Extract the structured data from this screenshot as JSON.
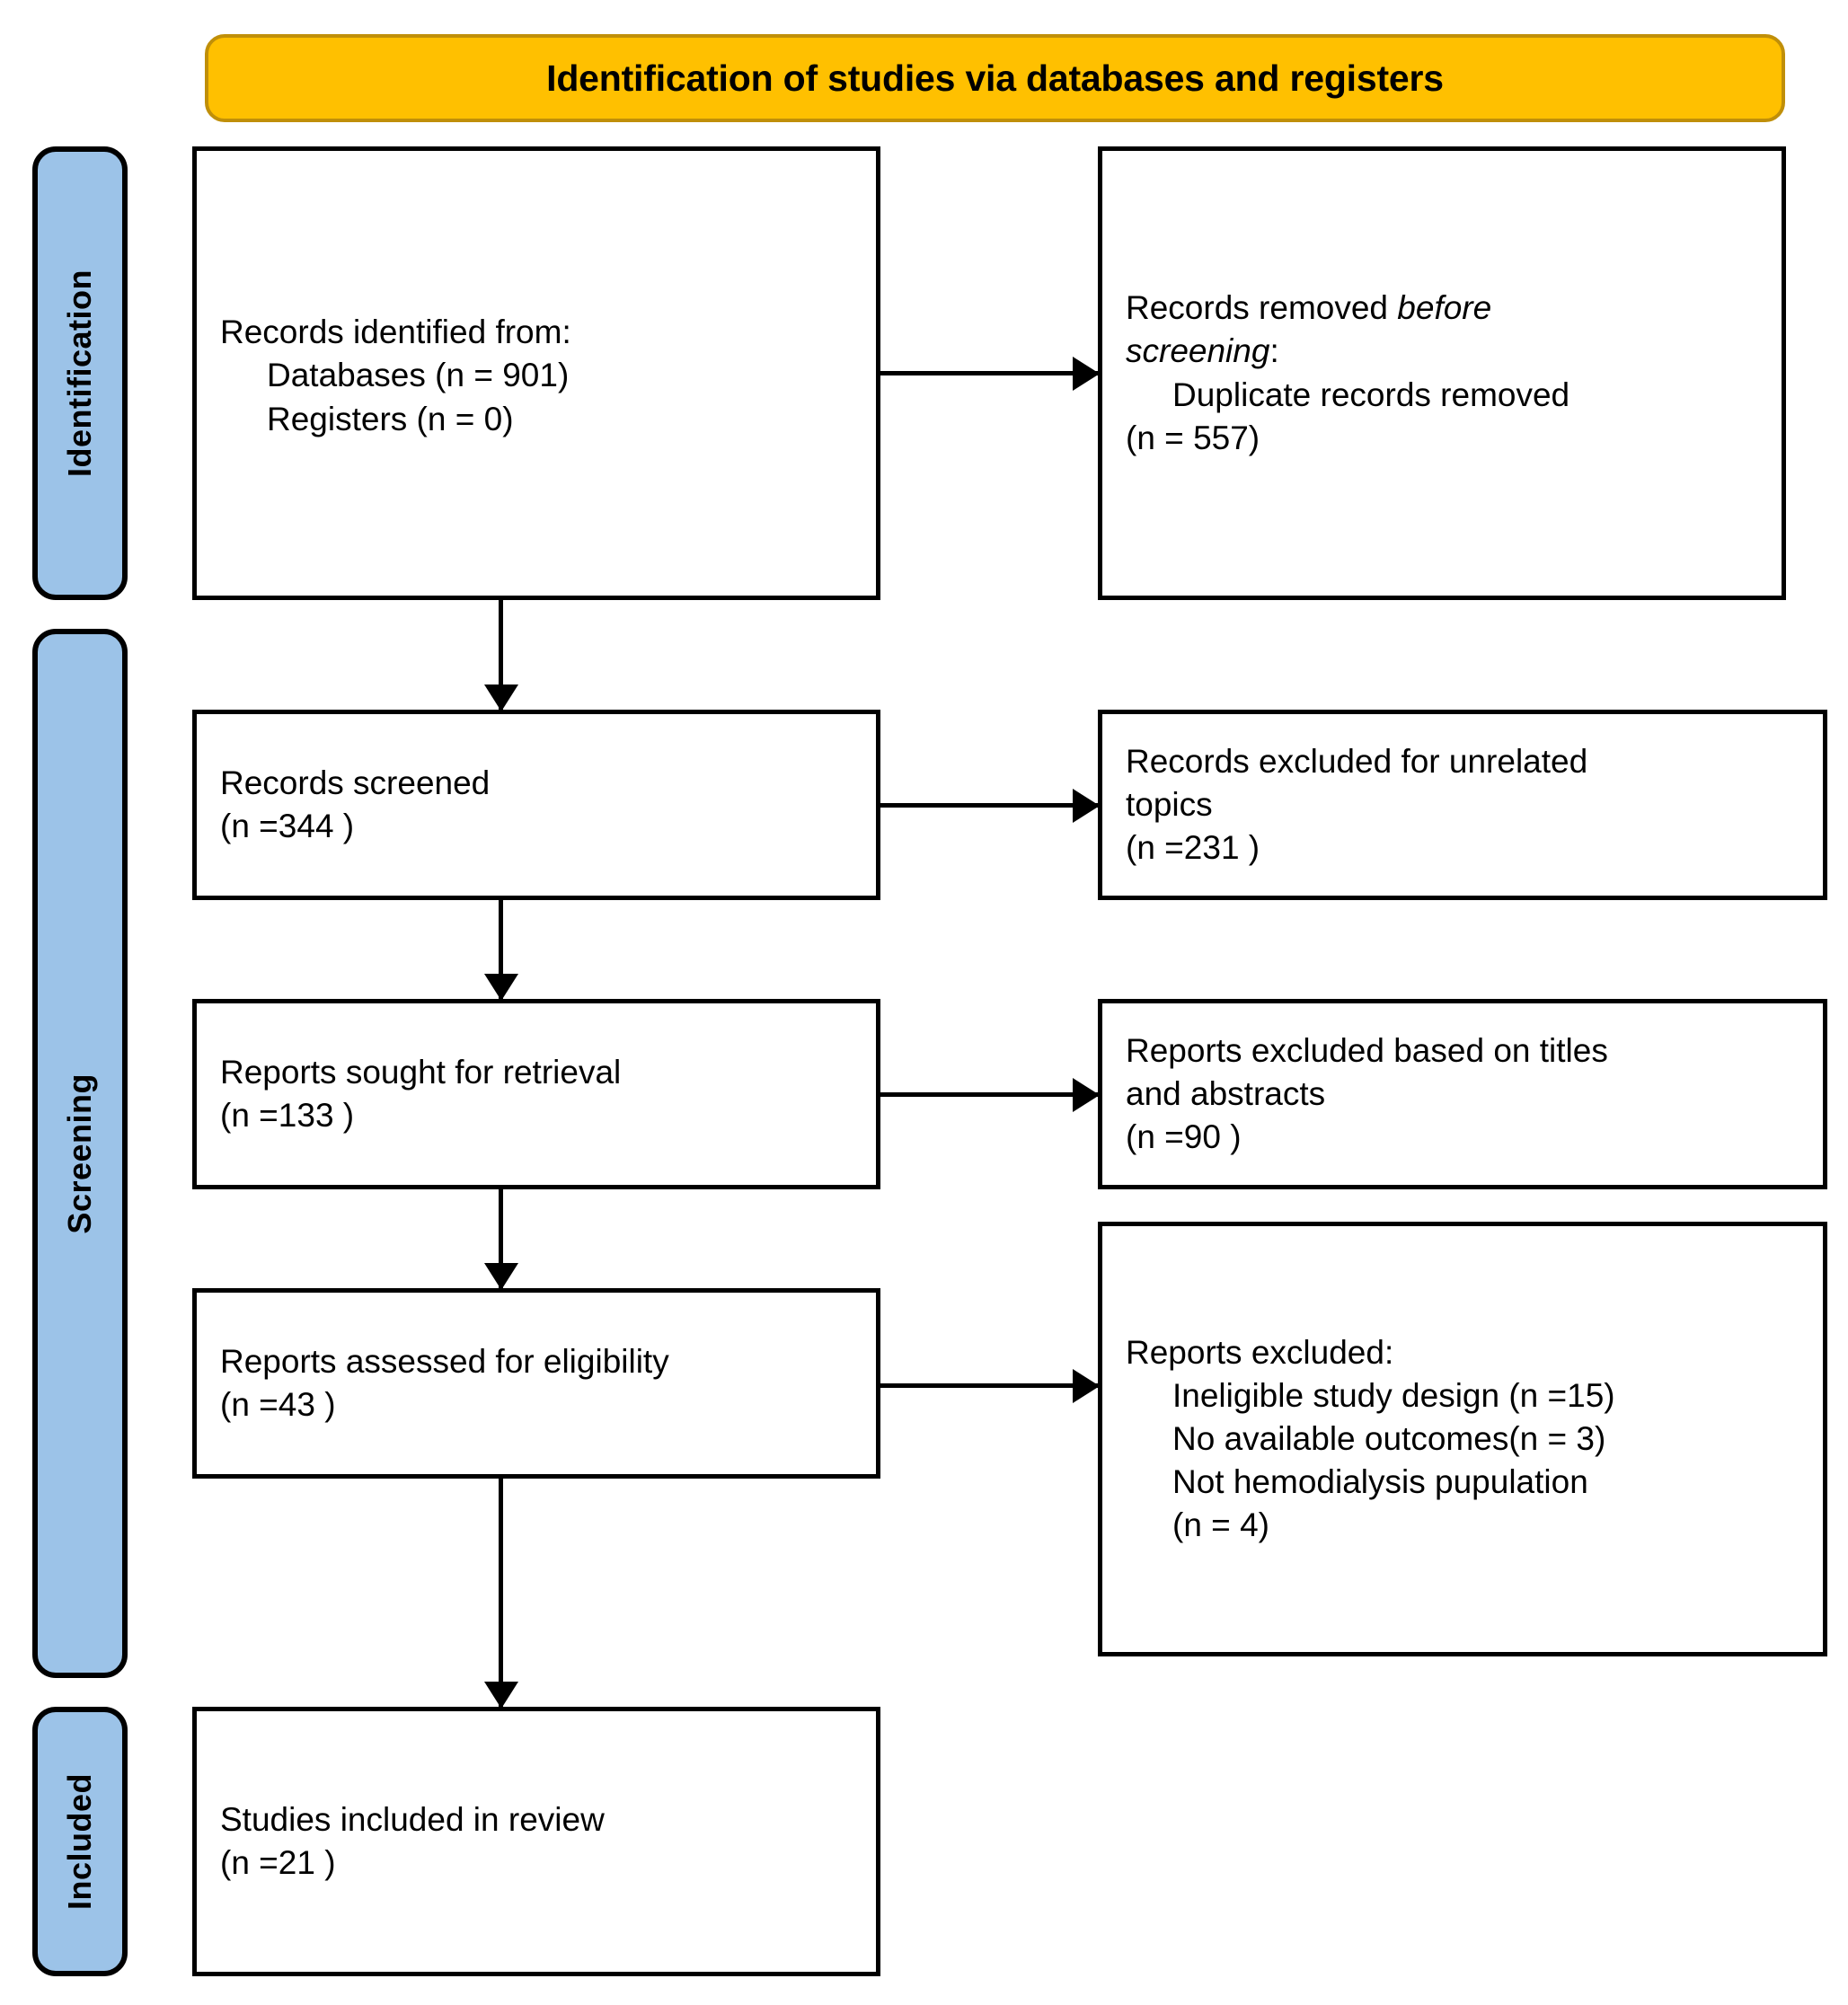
{
  "banner": {
    "title": "Identification of studies via databases and registers"
  },
  "stages": [
    {
      "id": "identification",
      "label": "Identification"
    },
    {
      "id": "screening",
      "label": "Screening"
    },
    {
      "id": "included",
      "label": "Included"
    }
  ],
  "boxes": {
    "identified": {
      "l1": "Records identified from:",
      "l2": "Databases (n = 901)",
      "l3": "Registers (n = 0)"
    },
    "removed": {
      "l1a": "Records removed ",
      "l1b": "before",
      "l2a": "screening",
      "l2b": ":",
      "l3": "Duplicate records removed",
      "l4": "(n = 557)"
    },
    "screened": {
      "l1": "Records screened",
      "l2": "(n =344 )"
    },
    "excluded_topics": {
      "l1": "Records excluded for unrelated",
      "l2": "topics",
      "l3": "(n =231 )"
    },
    "sought": {
      "l1": "Reports sought for retrieval",
      "l2": "(n =133 )"
    },
    "excluded_titles": {
      "l1": "Reports excluded based on titles",
      "l2": "and abstracts",
      "l3": "(n =90 )"
    },
    "assessed": {
      "l1": "Reports assessed for eligibility",
      "l2": "(n =43 )"
    },
    "excluded_reports": {
      "l1": "Reports excluded:",
      "l2": "Ineligible study design (n =15)",
      "l3": "No available outcomes(n = 3)",
      "l4": "Not hemodialysis pupulation",
      "l5": "(n = 4)"
    },
    "included": {
      "l1": "Studies included in review",
      "l2": "(n =21 )"
    }
  },
  "colors": {
    "banner_fill": "#FFC000",
    "banner_border": "#C08F09",
    "stage_fill": "#9CC3E8",
    "box_border": "#000000",
    "text": "#000000"
  }
}
